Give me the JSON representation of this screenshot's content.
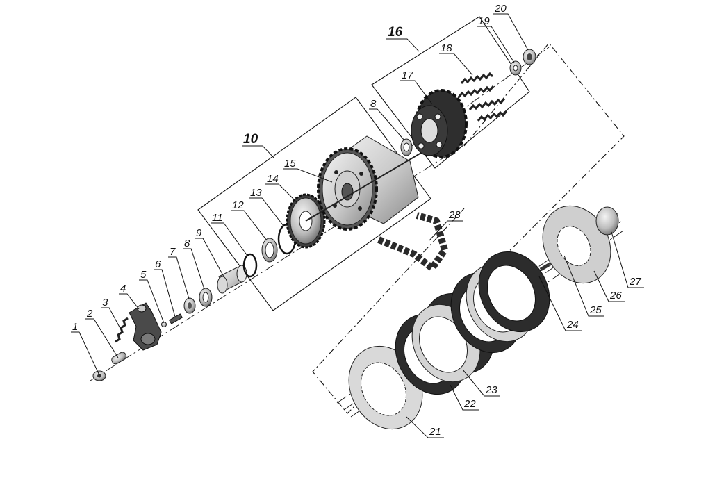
{
  "diagram": {
    "group_labels": [
      "10",
      "16"
    ],
    "part_labels": [
      "1",
      "2",
      "3",
      "4",
      "5",
      "6",
      "7",
      "8",
      "9",
      "11",
      "12",
      "13",
      "14",
      "15",
      "8",
      "17",
      "18",
      "19",
      "20",
      "21",
      "22",
      "23",
      "24",
      "25",
      "26",
      "27",
      "28"
    ]
  }
}
